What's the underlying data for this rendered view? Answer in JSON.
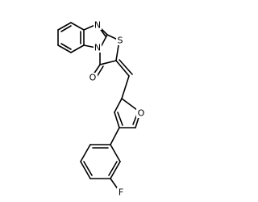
{
  "molecule": {
    "atoms": [
      {
        "symbol": "N",
        "role": "imidazole-n-top"
      },
      {
        "symbol": "N",
        "role": "imidazole-n-fused"
      },
      {
        "symbol": "S",
        "role": "thiazole-sulfur"
      },
      {
        "symbol": "O",
        "role": "carbonyl-oxygen"
      },
      {
        "symbol": "O",
        "role": "furan-oxygen"
      },
      {
        "symbol": "F",
        "role": "fluoro-substituent"
      }
    ],
    "colors": {
      "bond": "#000000",
      "label": "#000000",
      "background": "#ffffff"
    }
  }
}
